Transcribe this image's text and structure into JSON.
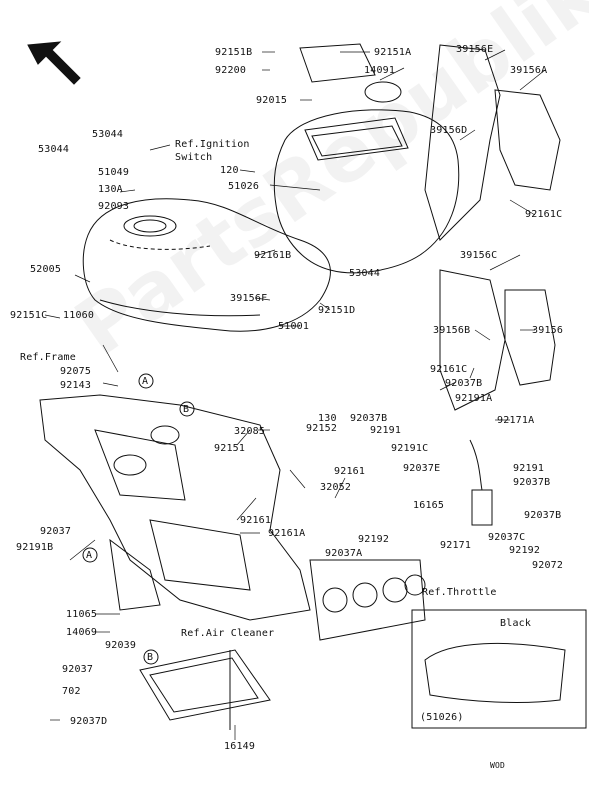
{
  "watermark": "PartsRepublik",
  "labels": {
    "p92151B": "92151B",
    "p92200": "92200",
    "p92015": "92015",
    "p92151A": "92151A",
    "p14091": "14091",
    "p39156E": "39156E",
    "p39156A": "39156A",
    "p39156D": "39156D",
    "p92161C": "92161C",
    "p39156C": "39156C",
    "p39156": "39156",
    "p39156B": "39156B",
    "p53044a": "53044",
    "p53044b": "53044",
    "p53044c": "53044",
    "refIgnition": "Ref.Ignition",
    "switch": "Switch",
    "p51049": "51049",
    "p130A": "130A",
    "p92093": "92093",
    "p120": "120",
    "p51026": "51026",
    "p92161B": "92161B",
    "p39156F": "39156F",
    "p51001": "51001",
    "p92151D": "92151D",
    "p52005": "52005",
    "p92151C": "92151C",
    "p11060": "11060",
    "refFrame": "Ref.Frame",
    "p92075": "92075",
    "p92143": "92143",
    "p92161Ca": "92161C",
    "p92037Ba": "92037B",
    "p92191A": "92191A",
    "p92037Bb": "92037B",
    "p92191": "92191",
    "p92171A": "92171A",
    "p130": "130",
    "p92152": "92152",
    "p92151": "92151",
    "p32085": "32085",
    "p92161": "92161",
    "p32052": "32052",
    "p92191C": "92191C",
    "p92037E": "92037E",
    "p92191b": "92191",
    "p92037Bc": "92037B",
    "p16165": "16165",
    "p92037Bd": "92037B",
    "p92037C": "92037C",
    "p92161b": "92161",
    "p92161A": "92161A",
    "p92037": "92037",
    "p92191B": "92191B",
    "p92192a": "92192",
    "p92037A": "92037A",
    "p92171": "92171",
    "p92192b": "92192",
    "p92072": "92072",
    "refThrottle": "Ref.Throttle",
    "p11065": "11065",
    "p14069": "14069",
    "p92039": "92039",
    "p92037b": "92037",
    "p702": "702",
    "p92037D": "92037D",
    "refAir": "Ref.Air Cleaner",
    "p16149": "16149",
    "black": "Black",
    "insetCode": "(51026)",
    "wod": "WOD",
    "calloutA1": "A",
    "calloutA2": "A",
    "calloutB1": "B",
    "calloutB2": "B"
  },
  "colors": {
    "line": "#111111",
    "background": "#ffffff"
  },
  "icons": {
    "orientation": "arrow-up-left-icon"
  }
}
